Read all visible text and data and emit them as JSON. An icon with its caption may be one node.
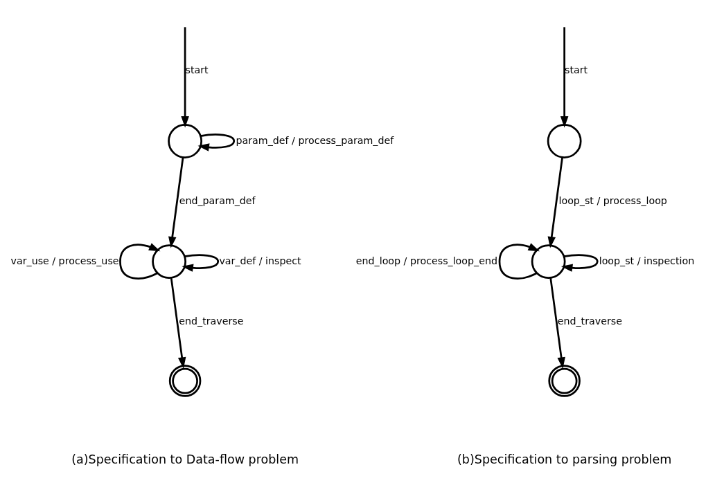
{
  "diagram": {
    "nodes": [
      {
        "text": [],
        "shape": "circle"
      },
      {
        "text": [],
        "shape": "circle"
      },
      {
        "text": [],
        "shape": "doublecircle"
      },
      {
        "text": [],
        "shape": "circle"
      },
      {
        "text": [],
        "shape": "circle"
      },
      {
        "text": [],
        "shape": "doublecircle"
      }
    ],
    "edges": [
      {
        "from": null,
        "to": 0,
        "arrow": "to",
        "label": "start"
      },
      {
        "from": 0,
        "to": 0,
        "arrow": "to",
        "label": "param_def / process_param_def"
      },
      {
        "from": 0,
        "to": 1,
        "arrow": "to",
        "label": "end_param_def"
      },
      {
        "from": 1,
        "to": 1,
        "arrow": "to",
        "label": "var_def / inspect"
      },
      {
        "from": 1,
        "to": 1,
        "arrow": "to",
        "label": "var_use / process_use"
      },
      {
        "from": 1,
        "to": 2,
        "arrow": "to",
        "label": "end_traverse"
      },
      {
        "from": null,
        "to": 3,
        "arrow": "to",
        "label": "start"
      },
      {
        "from": 3,
        "to": 4,
        "arrow": "to",
        "label": "loop_st / process_loop"
      },
      {
        "from": 4,
        "to": 4,
        "arrow": "to",
        "label": "loop_st / inspection"
      },
      {
        "from": 4,
        "to": 4,
        "arrow": "to",
        "label": "end_loop / process_loop_end"
      },
      {
        "from": 4,
        "to": 5,
        "arrow": "to",
        "label": "end_traverse"
      }
    ],
    "labels": [
      "(a)Specification to Data-flow problem",
      "(b)Specification to parsing problem"
    ]
  }
}
